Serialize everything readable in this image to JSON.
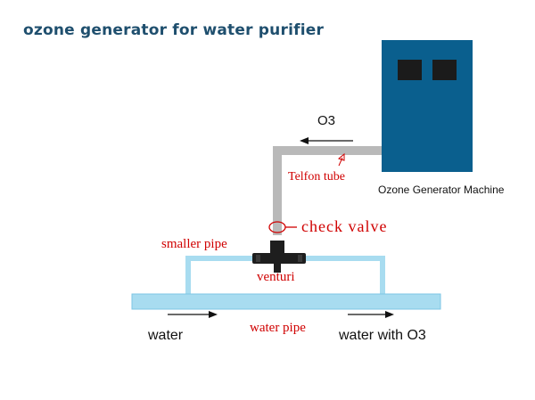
{
  "title": "ozone generator for water purifier",
  "labels": {
    "o3": "O3",
    "telfon_tube": "Telfon tube",
    "machine": "Ozone Generator Machine",
    "check_valve": "check valve",
    "smaller_pipe": "smaller pipe",
    "venturi": "venturi",
    "water_pipe": "water pipe",
    "water": "water",
    "water_with_o3": "water with O3"
  },
  "colors": {
    "machine": "#0a5f8e",
    "window": "#1b1b1b",
    "tube": "#b9b9b9",
    "pipe": "#a8dcf0",
    "pipe_border": "#7ec6e4",
    "annotation": "#d00000",
    "title": "#1f4f6e"
  }
}
